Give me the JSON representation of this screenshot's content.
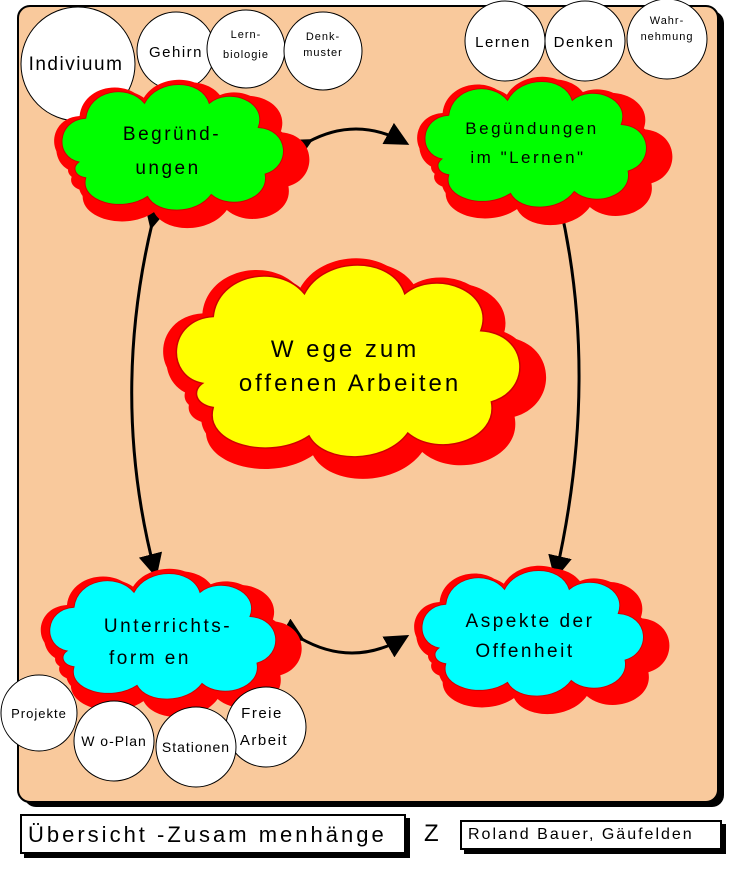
{
  "center_cloud": {
    "line1": "W ege zum",
    "line2": "offenen Arbeiten"
  },
  "clouds": {
    "begruendungen": {
      "line1": "Begründ-",
      "line2": "ungen"
    },
    "begruendungen_lernen": {
      "line1": "Begündungen",
      "line2": "im \"Lernen\""
    },
    "unterrichtsformen": {
      "line1": "Unterrichts-",
      "line2": "form en"
    },
    "aspekte": {
      "line1": "Aspekte der",
      "line2": "Offenheit"
    }
  },
  "bubbles_top_left": {
    "indiviuum": "Indiviuum",
    "gehirn": "Gehirn",
    "lernbiologie_1": "Lern-",
    "lernbiologie_2": "biologie",
    "denkmuster_1": "Denk-",
    "denkmuster_2": "muster"
  },
  "bubbles_top_right": {
    "lernen": "Lernen",
    "denken": "Denken",
    "wahrnehmung_1": "Wahr-",
    "wahrnehmung_2": "nehmung"
  },
  "bubbles_bottom_left": {
    "projekte": "Projekte",
    "woplan": "W o-Plan",
    "stationen": "Stationen",
    "freie_1": "Freie",
    "freie_2": "Arbeit"
  },
  "footer": {
    "title": "Übersicht -Zusam menhänge",
    "mark": "Z",
    "author": "Roland Bauer, Gäufelden"
  },
  "colors": {
    "background_panel": "#f9c99c",
    "cloud_outline": "#ff0000",
    "cloud_green": "#00ff00",
    "cloud_yellow": "#ffff00",
    "cloud_cyan": "#00ffff"
  }
}
